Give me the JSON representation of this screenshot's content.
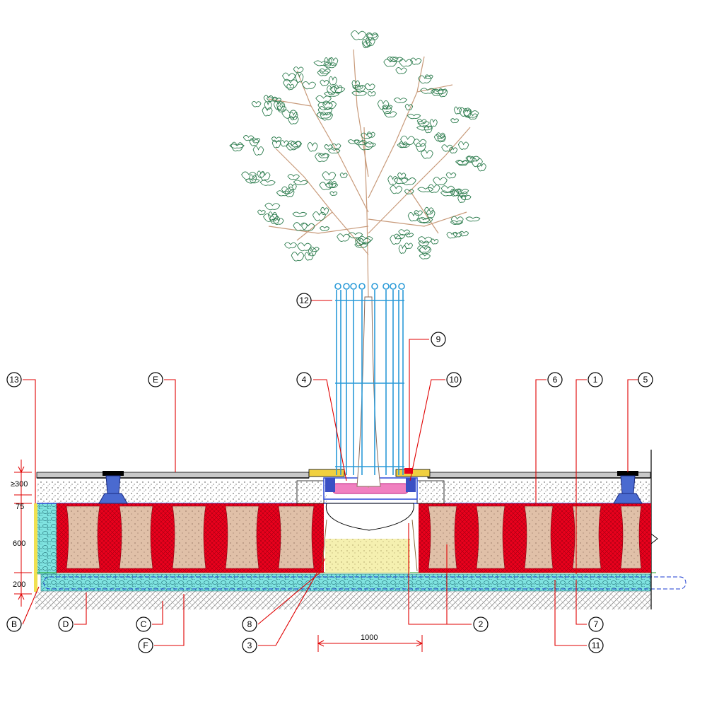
{
  "callouts": {
    "c13": "13",
    "cE": "E",
    "c12": "12",
    "c9": "9",
    "c4": "4",
    "c10": "10",
    "c6": "6",
    "c1": "1",
    "c5": "5",
    "cB": "B",
    "cD": "D",
    "cC": "C",
    "cF": "F",
    "c8": "8",
    "c3": "3",
    "c2": "2",
    "c7": "7",
    "c11": "11"
  },
  "dimensions": {
    "d300": "≥300",
    "d75": "75",
    "d600": "600",
    "d200": "200",
    "d1000": "1000"
  },
  "colors": {
    "crate_red": "#e8001c",
    "crate_fill": "#e0c0a8",
    "gravel": "#7fe3e0",
    "foliage": "#2e7d4f",
    "branches": "#c89a7a",
    "guard_blue": "#2a9ad8",
    "support_blue": "#3a4fc4",
    "soil_yellow": "#f5f0b0",
    "paving_yellow": "#f0d040"
  }
}
